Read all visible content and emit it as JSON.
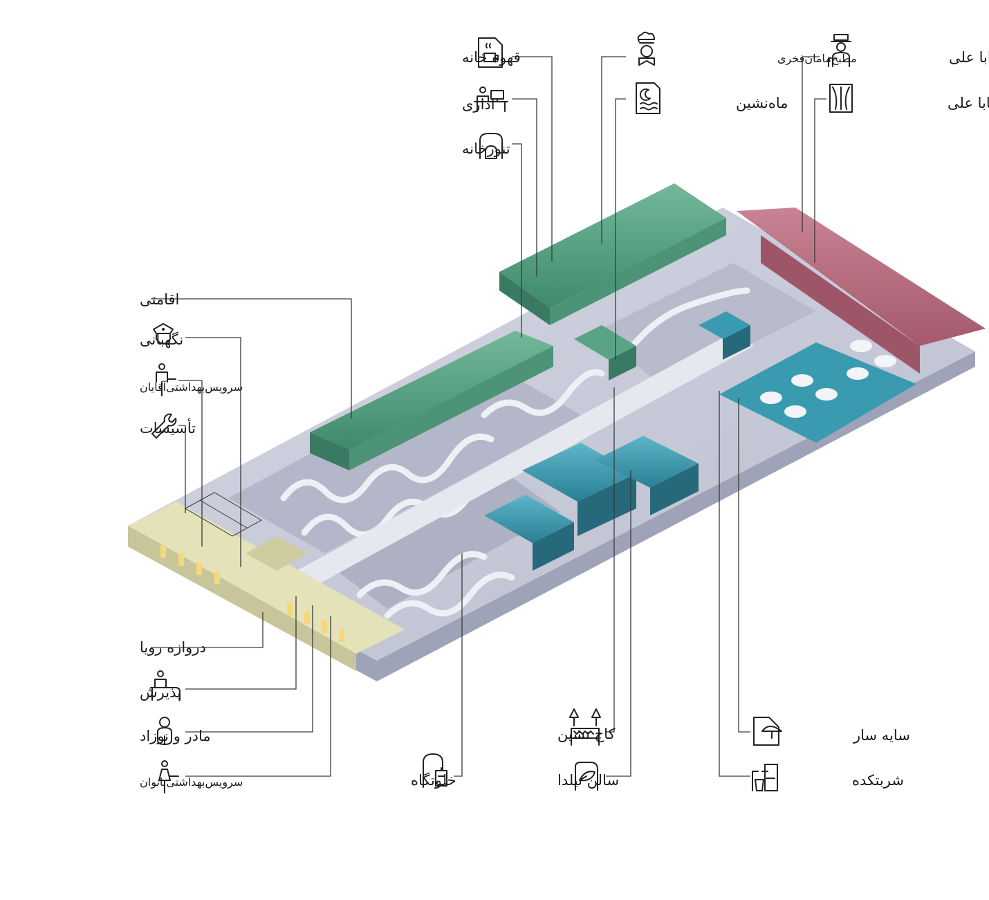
{
  "colors": {
    "green": "#5aa386",
    "teal": "#3a9bb0",
    "pink": "#b86d7f",
    "cream": "#d8d7a8",
    "floor": "#c8cad8",
    "wall": "#dfe0ea"
  },
  "labels": {
    "ghahvekhane": "قهوه خانه",
    "edari": "اداری",
    "tanurkhane": "تنورخانه",
    "matbakh": "مطبخ‌ماما‌ن‌فخری",
    "mahneshin": "ماه‌نشین",
    "khanebabaali": "خانه بابا علی",
    "eyvanbabaali": "ایوان بابا علی",
    "eghamati": "اقامتی",
    "negahbani": "نگهبانی",
    "servicemen": "سرویس‌بهداشتی‌آقایان",
    "tasisat": "تأسیسات",
    "darvaze": "دروازه رویا",
    "paziresh": "پذیرش",
    "madar": "مادر و نوزاد",
    "servicewomen": "سرویس‌بهداشتی‌بانوان",
    "khalvatgah": "خلوتگاه",
    "kajneshin": "کاج نشین",
    "salonnilda": "سالن نیلدا",
    "sayesar": "سایه سار",
    "sharbatkade": "شربتکده"
  },
  "icons": {
    "ghahvekhane": "coffee-cup-icon",
    "edari": "office-desk-icon",
    "tanurkhane": "oven-icon",
    "matbakh": "chef-icon",
    "mahneshin": "moon-water-icon",
    "khanebabaali": "old-man-icon",
    "eyvanbabaali": "curtain-icon",
    "negahbani": "guard-cap-icon",
    "servicemen": "man-restroom-icon",
    "tasisat": "wrench-icon",
    "paziresh": "reception-icon",
    "madar": "mother-baby-icon",
    "servicewomen": "woman-restroom-icon",
    "khalvatgah": "lantern-icon",
    "kajneshin": "pine-bench-icon",
    "salonnilda": "leaf-icon",
    "sayesar": "umbrella-icon",
    "sharbatkade": "juice-icon"
  }
}
